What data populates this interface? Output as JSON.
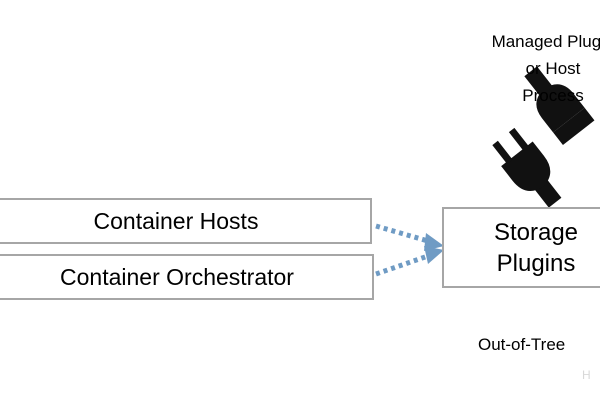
{
  "boxes": {
    "container_hosts": "Container Hosts",
    "container_orchestrator": "Container Orchestrator",
    "storage_plugins": [
      "Storage",
      "Plugins"
    ]
  },
  "labels": {
    "managed_plugin": [
      "Managed Plugin",
      "or Host",
      "Process"
    ],
    "out_of_tree": "Out-of-Tree",
    "watermark": "H"
  },
  "colors": {
    "box_border": "#a6a6a6",
    "arrow": "#6f9bc4",
    "plug": "#111111"
  },
  "icons": [
    "plug-icon",
    "socket-icon",
    "dotted-arrow"
  ]
}
